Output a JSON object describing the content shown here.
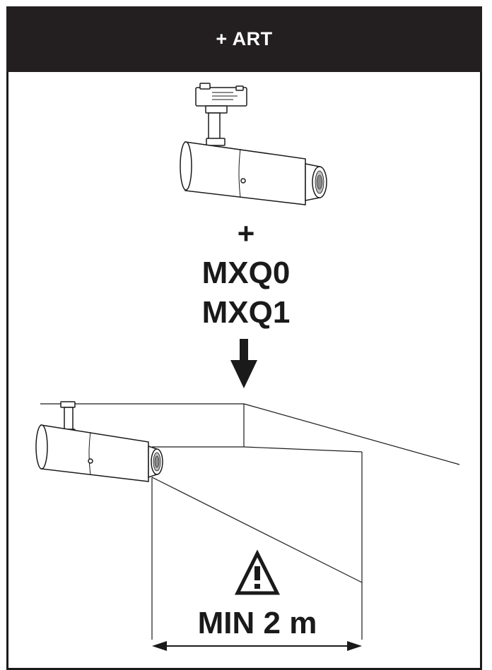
{
  "header": {
    "title": "+ ART"
  },
  "content": {
    "plus_sign": "+",
    "accessory_codes": [
      "MXQ0",
      "MXQ1"
    ],
    "min_distance_label": "MIN 2 m"
  },
  "icons": {
    "warning": "warning-triangle-icon",
    "arrow": "arrow-down-icon"
  },
  "colors": {
    "header_background": "#231f20",
    "header_text": "#ffffff",
    "line": "#1a1a1a"
  }
}
